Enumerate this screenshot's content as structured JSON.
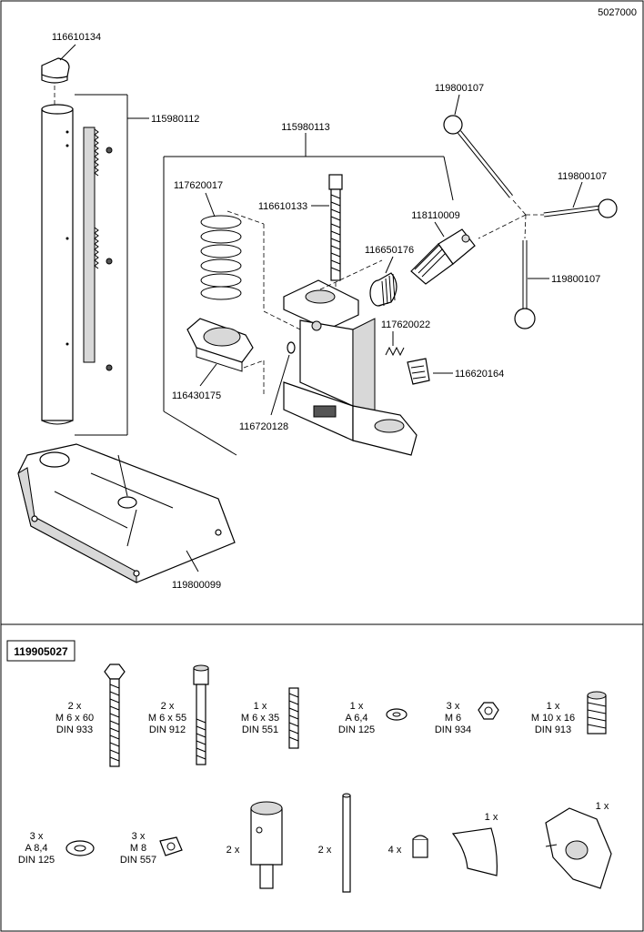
{
  "document_number": "5027000",
  "kit_number": "119905027",
  "callouts": {
    "cap": "116610134",
    "column": "115980112",
    "base": "119800099",
    "clamp_set": "115980113",
    "spring": "117620017",
    "rack_rod": "116610133",
    "pinion_shaft": "118110009",
    "collar": "116650176",
    "small_spring": "117620022",
    "catch": "116620164",
    "clamp": "116430175",
    "ring": "116720128",
    "lever_1": "119800107",
    "lever_2": "119800107",
    "lever_3": "119800107"
  },
  "kit_parts_row1": [
    {
      "qty": "2 x",
      "size": "M 6 x 60",
      "std": "DIN 933"
    },
    {
      "qty": "2 x",
      "size": "M 6 x 55",
      "std": "DIN 912"
    },
    {
      "qty": "1 x",
      "size": "M 6 x 35",
      "std": "DIN 551"
    },
    {
      "qty": "1 x",
      "size": "A 6,4",
      "std": "DIN 125"
    },
    {
      "qty": "3 x",
      "size": "M 6",
      "std": "DIN 934"
    },
    {
      "qty": "1 x",
      "size": "M 10 x 16",
      "std": "DIN 913"
    }
  ],
  "kit_parts_row2": [
    {
      "qty": "3 x",
      "size": "A 8,4",
      "std": "DIN 125"
    },
    {
      "qty": "3 x",
      "size": "M 8",
      "std": "DIN 557"
    },
    {
      "qty": "2 x"
    },
    {
      "qty": "2 x"
    },
    {
      "qty": "4 x"
    },
    {
      "qty": "1 x"
    },
    {
      "qty": "1 x"
    }
  ]
}
